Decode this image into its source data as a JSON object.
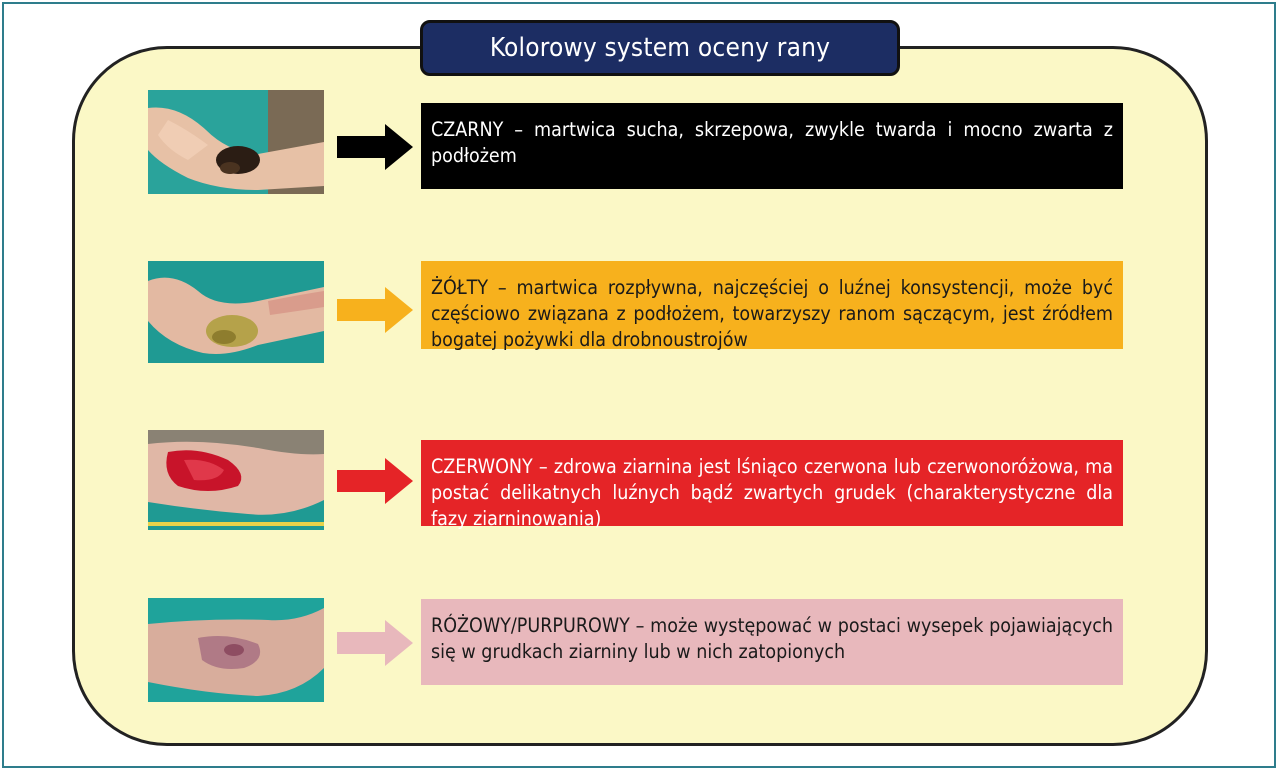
{
  "title": "Kolorowy system oceny rany",
  "colors": {
    "frame": "#2e7d8c",
    "panel_bg": "#fbf8c6",
    "title_bg": "#1c2d63"
  },
  "rows": [
    {
      "id": "black",
      "text": "CZARNY – martwica sucha, skrzepowa, zwykle twarda i mocno zwarta z podłożem",
      "bg": "#000000",
      "fg": "#ffffff",
      "arrow": "#000000"
    },
    {
      "id": "yellow",
      "text": "ŻÓŁTY – martwica rozpływna, najczęściej o luźnej konsystencji, może być częściowo związana z podłożem, towarzyszy ranom sączącym, jest źródłem bogatej pożywki dla drobnoustrojów",
      "bg": "#f7b11d",
      "fg": "#1a1a1a",
      "arrow": "#f7b11d"
    },
    {
      "id": "red",
      "text": "CZERWONY – zdrowa ziarnina jest lśniąco czerwona lub czerwonoróżowa, ma postać delikatnych luźnych bądź zwartych grudek (charakterystyczne dla fazy ziarninowania)",
      "bg": "#e52427",
      "fg": "#ffffff",
      "arrow": "#e52427"
    },
    {
      "id": "pink",
      "text": "RÓŻOWY/PURPUROWY – może występować w postaci wysepek pojawiających się w grudkach ziarniny lub w nich zatopionych",
      "bg": "#e8b8bc",
      "fg": "#1a1a1a",
      "arrow": "#e8b8bc"
    }
  ]
}
